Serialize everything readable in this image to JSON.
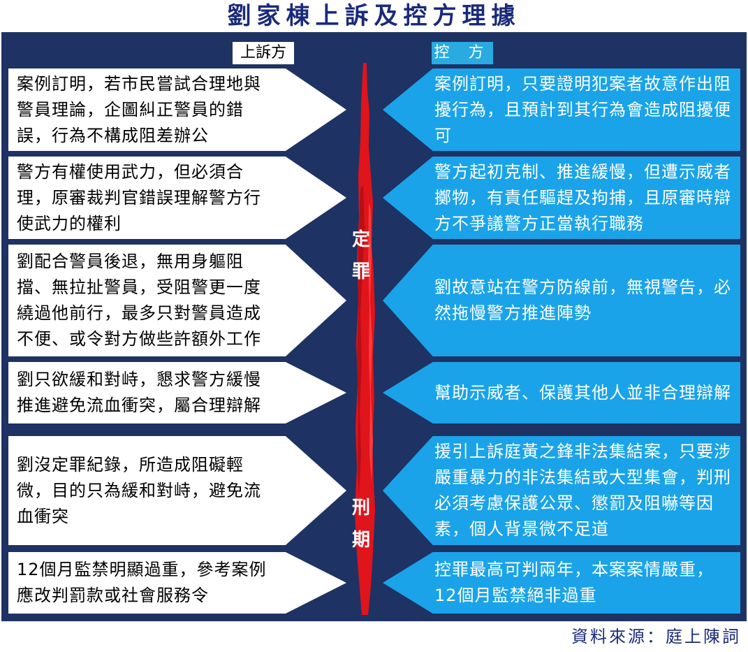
{
  "title": "劉家棟上訴及控方理據",
  "headers": {
    "appellant": "上訴方",
    "prosecution": "控 方"
  },
  "labels": {
    "conviction": "定罪",
    "sentence": "刑期"
  },
  "colors": {
    "title": "#1a2a7a",
    "panel": "#1e3263",
    "left_box": "#ffffff",
    "right_box": "#1aa3e8",
    "spine": "#e0141b"
  },
  "rows": [
    {
      "left": "案例訂明，若市民嘗試合理地與警員理論，企圖糾正警員的錯誤，行為不構成阻差辦公",
      "right": "案例訂明，只要證明犯案者故意作出阻擾行為，且預計到其行為會造成阻擾便可"
    },
    {
      "left": "警方有權使用武力，但必須合理，原審裁判官錯誤理解警方行使武力的權利",
      "right": "警方起初克制、推進緩慢，但遭示威者擲物，有責任驅趕及拘捕，且原審時辯方不爭議警方正當執行職務"
    },
    {
      "left": "劉配合警員後退，無用身軀阻擋、無拉扯警員，受阻警更一度繞過他前行，最多只對警員造成不便、或令對方做些許額外工作",
      "right": "劉故意站在警方防線前，無視警告，必然拖慢警方推進陣勢"
    },
    {
      "left": "劉只欲緩和對峙，懇求警方緩慢推進避免流血衝突，屬合理辯解",
      "right": "幫助示威者、保護其他人並非合理辯解"
    },
    {
      "left": "劉沒定罪紀錄，所造成阻礙輕微，目的只為緩和對峙，避免流血衝突",
      "right": "援引上訴庭黃之鋒非法集結案，只要涉嚴重暴力的非法集結或大型集會，判刑必須考慮保護公眾、懲罰及阻嚇等因素，個人背景微不足道"
    },
    {
      "left": "12個月監禁明顯過重，參考案例應改判罰款或社會服務令",
      "right": "控罪最高可判兩年，本案案情嚴重，12個月監禁絕非過重"
    }
  ],
  "source": "資料來源：庭上陳詞"
}
